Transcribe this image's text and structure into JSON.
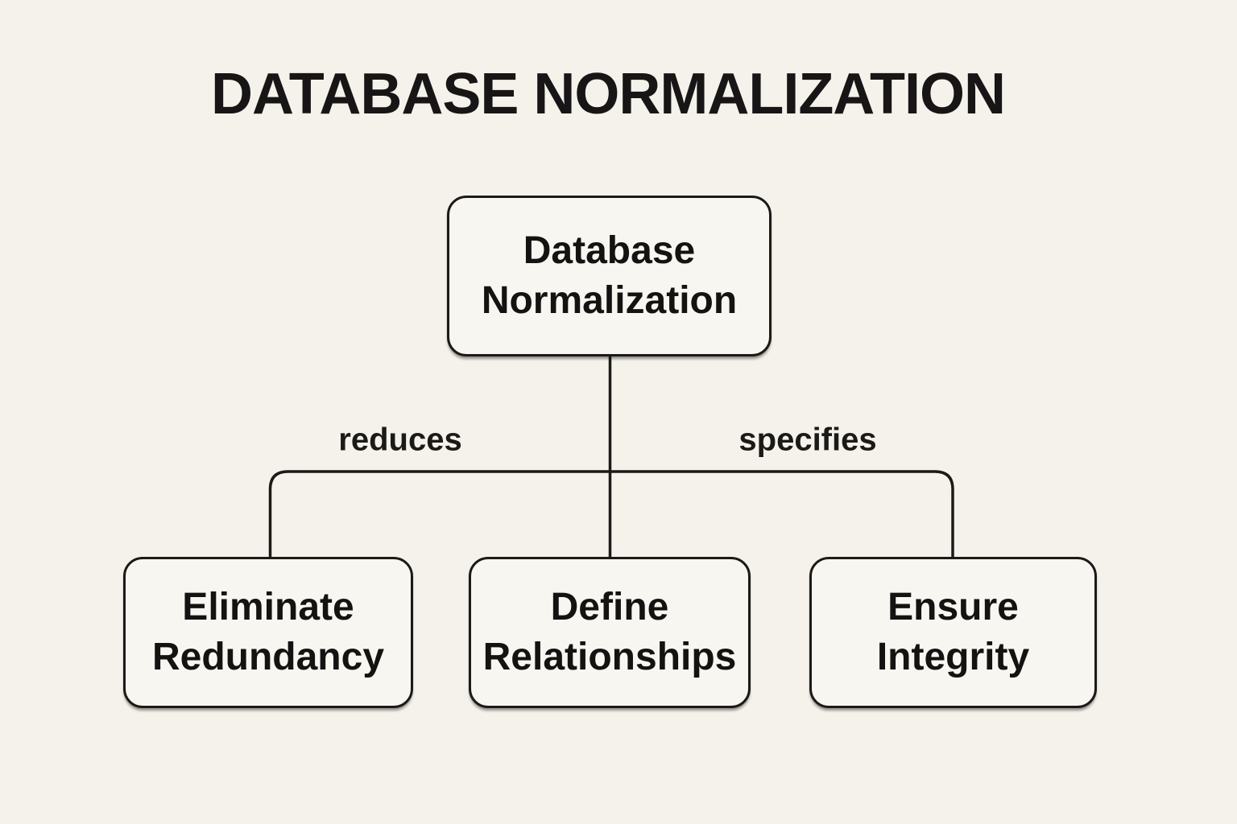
{
  "title": "DATABASE NORMALIZATION",
  "colors": {
    "background": "#f5f2eb",
    "node_fill": "#f8f6f0",
    "line": "#1b1a18",
    "text": "#161616"
  },
  "diagram": {
    "root": {
      "label": "Database Normalization",
      "lines": [
        "Database",
        "Normalization"
      ]
    },
    "children": [
      {
        "label": "Eliminate Redundancy",
        "lines": [
          "Eliminate",
          "Redundancy"
        ]
      },
      {
        "label": "Define Relationships",
        "lines": [
          "Define",
          "Relationships"
        ]
      },
      {
        "label": "Ensure Integrity",
        "lines": [
          "Ensure",
          "Integrity"
        ]
      }
    ],
    "edge_labels": [
      "reduces",
      "specifies"
    ]
  }
}
